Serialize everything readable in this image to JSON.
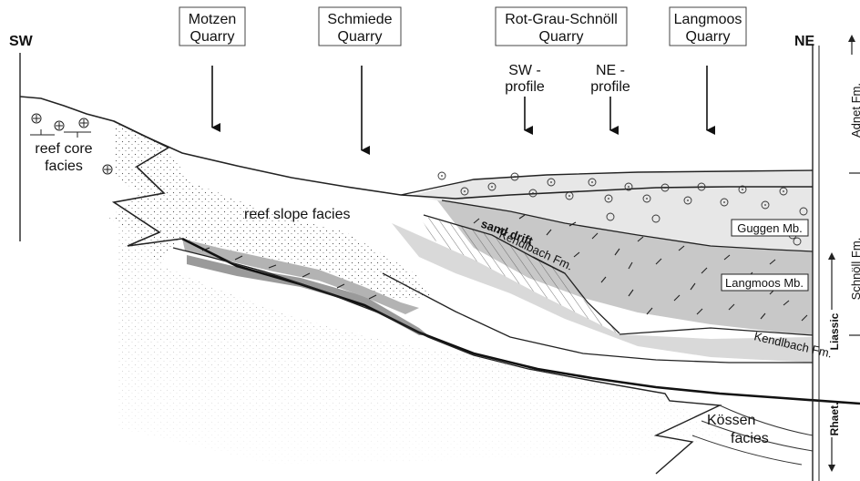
{
  "directions": {
    "left": "SW",
    "right": "NE"
  },
  "quarries": [
    {
      "name": [
        "Motzen",
        "Quarry"
      ]
    },
    {
      "name": [
        "Schmiede",
        "Quarry"
      ]
    },
    {
      "name": [
        "Rot-Grau-Schnöll",
        "Quarry"
      ]
    },
    {
      "name": [
        "Langmoos",
        "Quarry"
      ]
    }
  ],
  "profiles": [
    {
      "name": [
        "SW -",
        "profile"
      ]
    },
    {
      "name": [
        "NE -",
        "profile"
      ]
    }
  ],
  "facies": {
    "reef_core": [
      "reef core",
      "facies"
    ],
    "reef_slope": "reef slope facies",
    "kossen": [
      "Kössen",
      "facies"
    ]
  },
  "units": {
    "guggen": "Guggen Mb.",
    "langmoos": "Langmoos Mb.",
    "sand_drift": "sand drift",
    "kendlbach_upper": "Kendlbach Fm.",
    "kendlbach_lower": "Kendlbach Fm."
  },
  "stratigraphy": {
    "adnet": "Adnet Fm.",
    "schnoll": "Schnöll Fm.",
    "liassic": "Liassic",
    "rhaet": "Rhaet."
  }
}
